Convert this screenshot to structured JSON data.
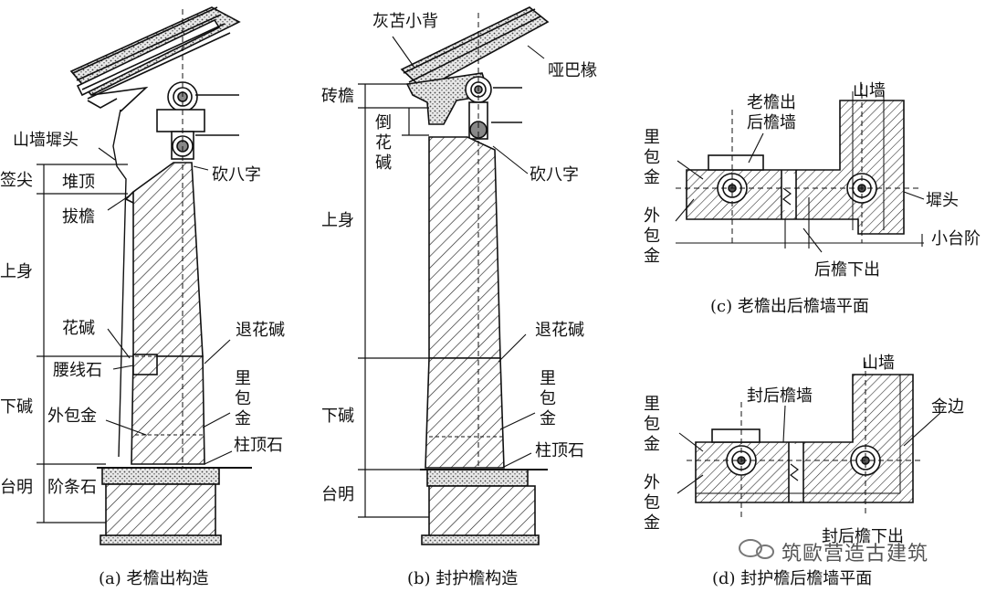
{
  "diagram": {
    "panel_a": {
      "caption": "(a) 老檐出构造",
      "labels": {
        "gable_head": "山墙墀头",
        "eave_tip": "签尖",
        "stack_top": "堆顶",
        "pull_eave": "拔檐",
        "upper_body": "上身",
        "flower_brick": "花碱",
        "waist_stone": "腰线石",
        "lower_base": "下碱",
        "outer_wrap": "外包金",
        "platform": "台明",
        "step_stone": "阶条石",
        "cut_eight": "砍八字",
        "recessed_flower": "退花碱",
        "inner_wrap": "里包金",
        "column_top_stone": "柱顶石"
      }
    },
    "panel_b": {
      "caption": "(b) 封护檐构造",
      "labels": {
        "gray_tile": "灰苫小背",
        "rafter": "哑巴椽",
        "brick_eave": "砖檐",
        "inverted_flower": "倒花碱",
        "upper_body": "上身",
        "cut_eight": "砍八字",
        "recessed_flower": "退花碱",
        "lower_base": "下碱",
        "inner_wrap": "里包金",
        "column_top_stone": "柱顶石",
        "platform": "台明"
      }
    },
    "panel_c": {
      "caption": "(c) 老檐出后檐墙平面",
      "labels": {
        "gable_wall": "山墙",
        "rear_wall": "老檐出后檐墙",
        "inner_wrap": "里包金",
        "outer_wrap": "外包金",
        "wall_head": "墀头",
        "small_step": "小台阶",
        "rear_eave_out": "后檐下出"
      }
    },
    "panel_d": {
      "caption": "(d) 封护檐后檐墙平面",
      "labels": {
        "gable_wall": "山墙",
        "sealed_rear_wall": "封后檐墙",
        "gold_edge": "金边",
        "inner_wrap": "里包金",
        "outer_wrap": "外包金",
        "rear_eave_out": "封后檐下出"
      }
    },
    "watermark": "筑歐营造古建筑"
  },
  "colors": {
    "ink": "#111111",
    "paper": "#ffffff",
    "stone": "#dedede"
  }
}
